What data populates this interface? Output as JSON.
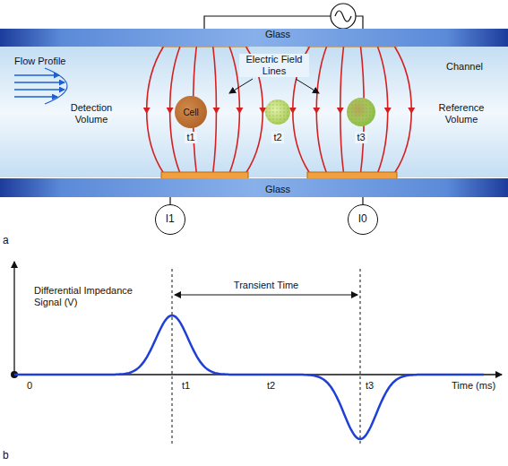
{
  "diagram": {
    "nodes": [
      {
        "text": [
          "Glass"
        ]
      },
      {
        "text": [
          "Cell"
        ]
      },
      {
        "text": [
          "Glass"
        ]
      },
      {
        "text": [
          "I1"
        ]
      },
      {
        "text": [
          "I0"
        ]
      }
    ],
    "labels": [
      "Flow Profile",
      "Electric Field Lines",
      "Channel",
      "Detection Volume",
      "t1",
      "t2",
      "t3",
      "Reference Volume",
      "a",
      "Differential Impedance Signal (V)",
      "Transient Time",
      "0",
      "t1",
      "t2",
      "t3",
      "Time (ms)",
      "b"
    ]
  }
}
